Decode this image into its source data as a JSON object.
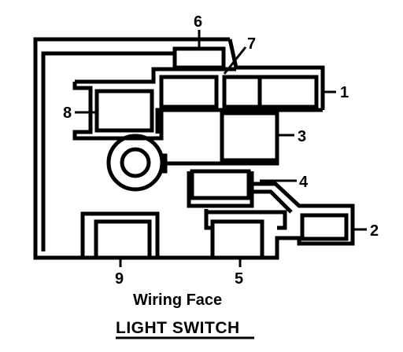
{
  "diagram": {
    "caption": "Wiring Face",
    "title": "LIGHT SWITCH",
    "terminals": [
      {
        "id": "t1",
        "label": "1"
      },
      {
        "id": "t2",
        "label": "2"
      },
      {
        "id": "t3",
        "label": "3"
      },
      {
        "id": "t4",
        "label": "4"
      },
      {
        "id": "t5",
        "label": "5"
      },
      {
        "id": "t6",
        "label": "6"
      },
      {
        "id": "t7",
        "label": "7"
      },
      {
        "id": "t8",
        "label": "8"
      },
      {
        "id": "t9",
        "label": "9"
      }
    ]
  }
}
